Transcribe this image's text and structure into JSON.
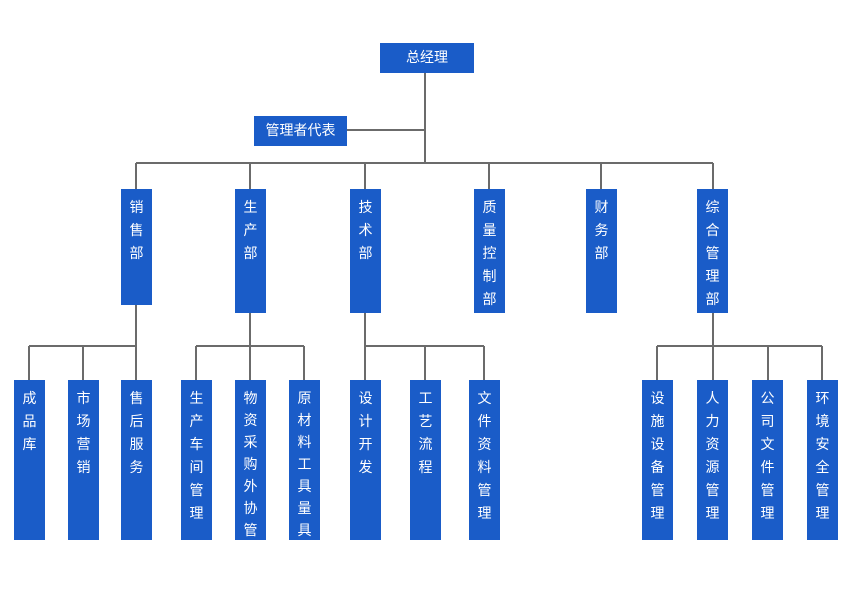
{
  "diagram": {
    "line_color": "#6b6b6b",
    "box_color": "#1a5cc8",
    "text_color": "#ffffff",
    "root": "总经理",
    "rep": "管理者代表",
    "departments": [
      {
        "label": "销售部",
        "children": [
          "成品库",
          "市场营销",
          "售后服务"
        ]
      },
      {
        "label": "生产部",
        "children": [
          "生产车间管理",
          "物资采购外协管理",
          "原材料工具量具库"
        ]
      },
      {
        "label": "技术部",
        "children": [
          "设计开发",
          "工艺流程",
          "文件资料管理"
        ]
      },
      {
        "label": "质量控制部",
        "children": []
      },
      {
        "label": "财务部",
        "children": []
      },
      {
        "label": "综合管理部",
        "children": [
          "设施设备管理",
          "人力资源管理",
          "公司文件管理",
          "环境安全管理"
        ]
      }
    ]
  }
}
